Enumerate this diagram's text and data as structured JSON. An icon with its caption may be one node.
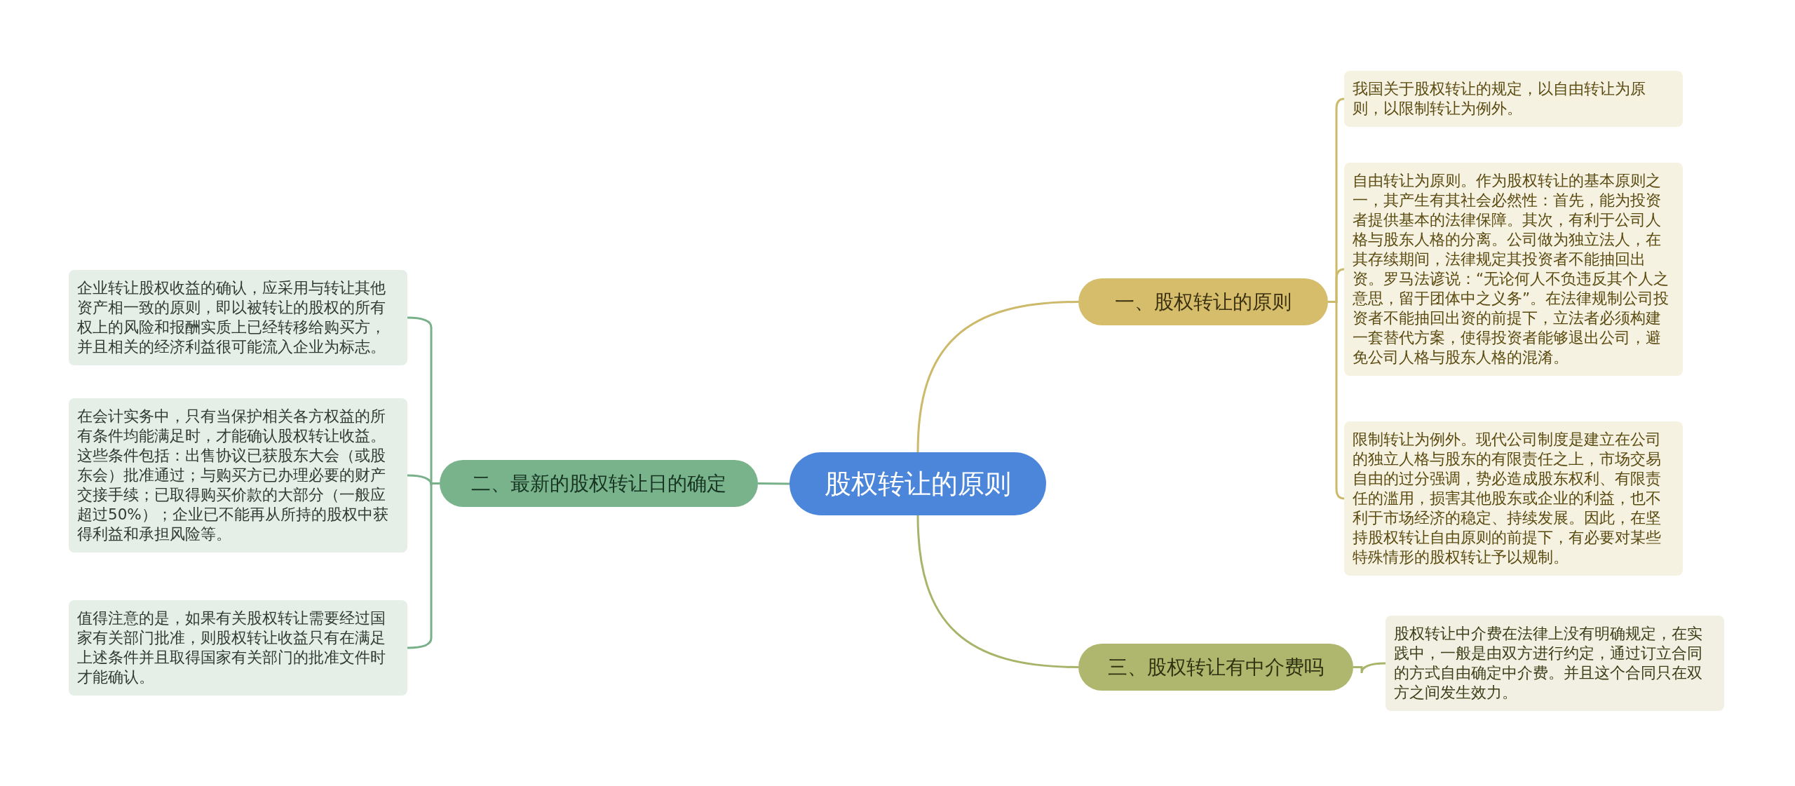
{
  "diagram": {
    "nodes": [
      {
        "text": [
          "股权转让的原则"
        ]
      },
      {
        "text": [
          "一、股权转让的原则"
        ]
      },
      {
        "text": [
          "我国关于股权转让的规定，以自由转让为原则，以限制转让为例外。"
        ]
      },
      {
        "text": [
          "自由转让为原则。作为股权转让的基本原则之一，其产生有其社会必然性：首先，能为投资者提供基本的法律保障。其次，有利于公司人格与股东人格的分离。公司做为独立法人，在其存续期间，法律规定其投资者不能抽回出资。罗马法谚说：“无论何人不负违反其个人之意思，留于团体中之义务”。在法律规制公司投资者不能抽回出资的前提下，立法者必须构建一套替代方案，使得投资者能够退出公司，避免公司人格与股东人格的混淆。"
        ]
      },
      {
        "text": [
          "限制转让为例外。现代公司制度是建立在公司的独立人格与股东的有限责任之上，市场交易自由的过分强调，势必造成股东权利、有限责任的滥用，损害其他股东或企业的利益，也不利于市场经济的稳定、持续发展。因此，在坚持股权转让自由原则的前提下，有必要对某些特殊情形的股权转让予以规制。"
        ]
      },
      {
        "text": [
          "二、最新的股权转让日的确定"
        ]
      },
      {
        "text": [
          "企业转让股权收益的确认，应采用与转让其他资产相一致的原则，即以被转让的股权的所有权上的风险和报酬实质上已经转移给购买方，并且相关的经济利益很可能流入企业为标志。"
        ]
      },
      {
        "text": [
          "在会计实务中，只有当保护相关各方权益的所有条件均能满足时，才能确认股权转让收益。这些条件包括：出售协议已获股东大会（或股东会）批准通过；与购买方已办理必要的财产交接手续；已取得购买价款的大部分（一般应超过50%）；企业已不能再从所持的股权中获得利益和承担风险等。"
        ]
      },
      {
        "text": [
          "值得注意的是，如果有关股权转让需要经过国家有关部门批准，则股权转让收益只有在满足上述条件并且取得国家有关部门的批准文件时才能确认。"
        ]
      },
      {
        "text": [
          "三、股权转让有中介费吗"
        ]
      },
      {
        "text": [
          "股权转让中介费在法律上没有明确规定，在实践中，一般是由双方进行约定，通过订立合同的方式自由确定中介费。并且这个合同只在双方之间发生效力。"
        ]
      }
    ],
    "edges": [
      {
        "from": 0,
        "to": 1,
        "arrow": "none",
        "color": "#cdb96a"
      },
      {
        "from": 1,
        "to": 2,
        "arrow": "none",
        "color": "#cdb96a"
      },
      {
        "from": 1,
        "to": 3,
        "arrow": "none",
        "color": "#cdb96a"
      },
      {
        "from": 1,
        "to": 4,
        "arrow": "none",
        "color": "#cdb96a"
      },
      {
        "from": 0,
        "to": 5,
        "arrow": "none",
        "color": "#78b08a"
      },
      {
        "from": 5,
        "to": 6,
        "arrow": "none",
        "color": "#78b08a"
      },
      {
        "from": 5,
        "to": 7,
        "arrow": "none",
        "color": "#78b08a"
      },
      {
        "from": 5,
        "to": 8,
        "arrow": "none",
        "color": "#78b08a"
      },
      {
        "from": 0,
        "to": 9,
        "arrow": "none",
        "color": "#a9b46a"
      },
      {
        "from": 9,
        "to": 10,
        "arrow": "none",
        "color": "#a9b46a"
      }
    ]
  }
}
